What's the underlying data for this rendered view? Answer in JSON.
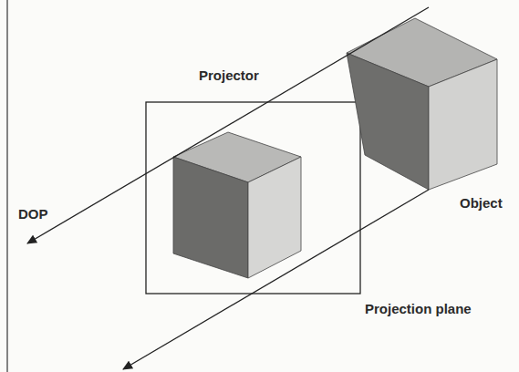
{
  "diagram": {
    "labels": [
      "Projector",
      "Object",
      "DOP",
      "Projection plane"
    ]
  }
}
